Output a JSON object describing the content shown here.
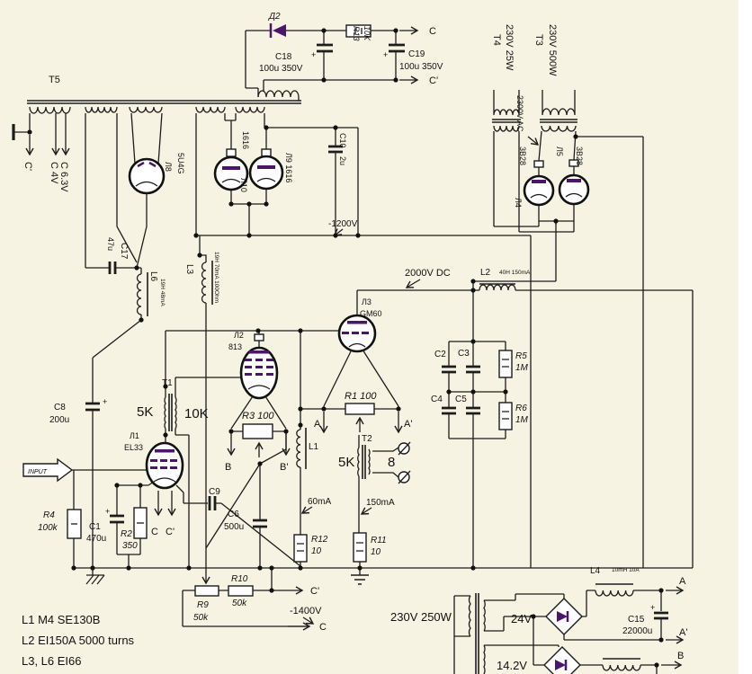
{
  "colors": {
    "background": "#f6f3e2",
    "ink": "#1c1c1c",
    "accent_purple": "#4a156b",
    "component_fill": "#ffffff"
  },
  "labels": {
    "d2": "Д2",
    "r13": "R13",
    "r13v": "10K",
    "c18": "C18",
    "c18v": "100u 350V",
    "c19": "C19",
    "c19v": "100u 350V",
    "out_c": "C",
    "out_cq": "C'",
    "t5": "T5",
    "tap_cq": "C'",
    "tap_c4": "C 4V",
    "tap_c63": "C 6.3V",
    "l8": "Л8",
    "l8t": "5U4G",
    "l10": "Л10",
    "l10t": "1616",
    "l9": "Л9 1616",
    "c10": "C10",
    "c10v": "2u",
    "v1200": "-1200V",
    "c17": "C17",
    "c17v": "47u",
    "l6": "L6",
    "l6v": "19H 48mA",
    "l3": "L3",
    "l3v": "19H 70mA 100Ohm",
    "v2000": "2000V DC",
    "l2": "L2",
    "l2v": "40H 150mA",
    "l3t": "Л3",
    "l3tt": "GM60",
    "t4": "T4",
    "t4v": "230V 25W",
    "t3": "T3",
    "t3v": "230V 500W",
    "v2300": "2300V AC",
    "l4t": "Л4",
    "l4tt": "3В28",
    "l5t": "Л5",
    "l5tt": "3В28",
    "c2": "C2",
    "c3": "C3",
    "c4": "C4",
    "c5": "C5",
    "r5": "R5",
    "r5v": "1M",
    "r6": "R6",
    "r6v": "1M",
    "l2tube": "Л2",
    "l2tubet": "813",
    "t1": "T1",
    "t1p": "5K",
    "t1s": "10K",
    "r3": "R3  100",
    "l1": "L1",
    "r1": "R1  100",
    "a": "A",
    "aq": "A'",
    "b": "B",
    "bq": "B'",
    "t2": "T2",
    "t2p": "5K",
    "t2s": "8",
    "l1tube": "Л1",
    "l1tubet": "EL33",
    "input": "INPUT",
    "r4": "R4",
    "r4v": "100k",
    "c1": "C1",
    "c1v": "470u",
    "r2": "R2",
    "r2v": "350",
    "cathc": "C",
    "cathcq": "C'",
    "c8": "C8",
    "c8v": "200u",
    "c9": "C9",
    "c6": "C6",
    "c6v": "500u",
    "i60": "60mA",
    "i150": "150mA",
    "r12": "R12",
    "r12v": "10",
    "r11": "R11",
    "r11v": "10",
    "r9": "R9",
    "r9v": "50k",
    "r10": "R10",
    "r10v": "50k",
    "outc2": "C'",
    "v1400": "-1400V",
    "outc3": "C",
    "mains": "230V 250W",
    "w24": "24V",
    "w142": "14.2V",
    "l4": "L4",
    "l4v": "10mH 10A",
    "c15": "C15",
    "c15v": "22000u",
    "outa": "A",
    "outaq": "A'",
    "outb": "B",
    "note1": "L1 M4 SE130B",
    "note2": "L2 EI150A 5000 turns",
    "note3": "L3, L6 EI66",
    "plus": "+"
  }
}
